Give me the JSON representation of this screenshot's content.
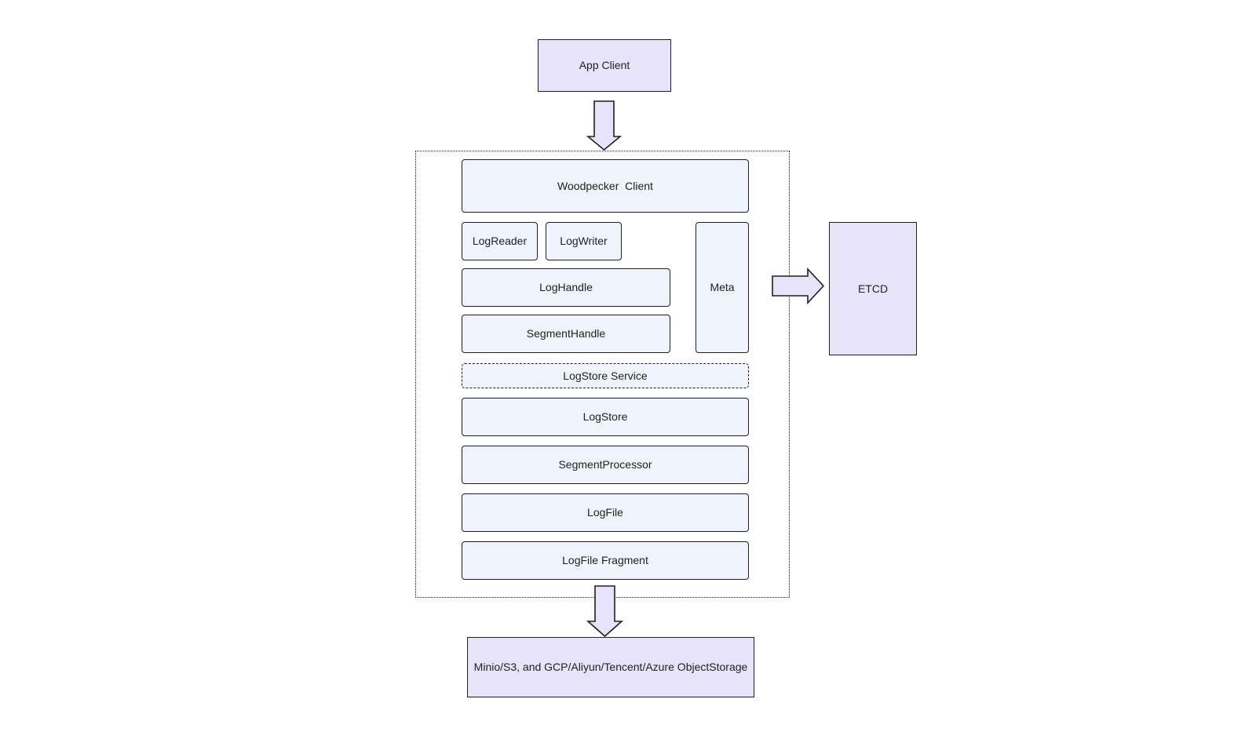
{
  "app_client": "App Client",
  "woodpecker_client": "Woodpecker  Client",
  "log_reader": "LogReader",
  "log_writer": "LogWriter",
  "meta": "Meta",
  "log_handle": "LogHandle",
  "segment_handle": "SegmentHandle",
  "logstore_service": "LogStore Service",
  "logstore": "LogStore",
  "segment_processor": "SegmentProcessor",
  "logfile": "LogFile",
  "logfile_fragment": "LogFile Fragment",
  "etcd": "ETCD",
  "object_storage": "Minio/S3, and GCP/Aliyun/Tencent/Azure ObjectStorage",
  "colors": {
    "purple_fill": "#e6e3fb",
    "light_fill": "#eff3fb",
    "stroke": "#1f1f1f"
  }
}
